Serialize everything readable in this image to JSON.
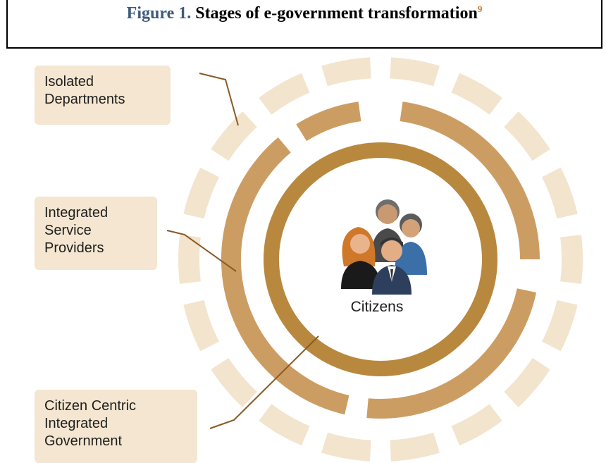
{
  "figure": {
    "number": "Figure 1.",
    "title": "Stages of e-government transformation",
    "footnote": "9"
  },
  "labels": {
    "outer": [
      "Isolated",
      "Departments"
    ],
    "middle": [
      "Integrated",
      "Service",
      "Providers"
    ],
    "inner": [
      "Citizen Centric",
      "Integrated",
      "Government"
    ]
  },
  "center": {
    "label": "Citizens",
    "icon": "people-group-icon"
  },
  "colors": {
    "outer_ring": "#f3e4cd",
    "middle_ring": "#cc9d63",
    "inner_ring": "#b9883f",
    "label_fill": "#f4e6d0",
    "leader_line": "#8a5a25",
    "figure_number": "#3f5a7c"
  }
}
